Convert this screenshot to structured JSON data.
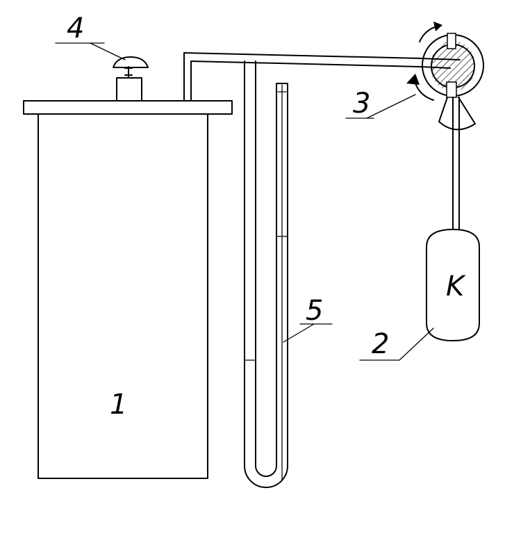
{
  "labels": {
    "vessel": "1",
    "bulb": "2",
    "valve": "3",
    "clamp": "4",
    "manometer": "5",
    "bulb_letter": "K"
  }
}
